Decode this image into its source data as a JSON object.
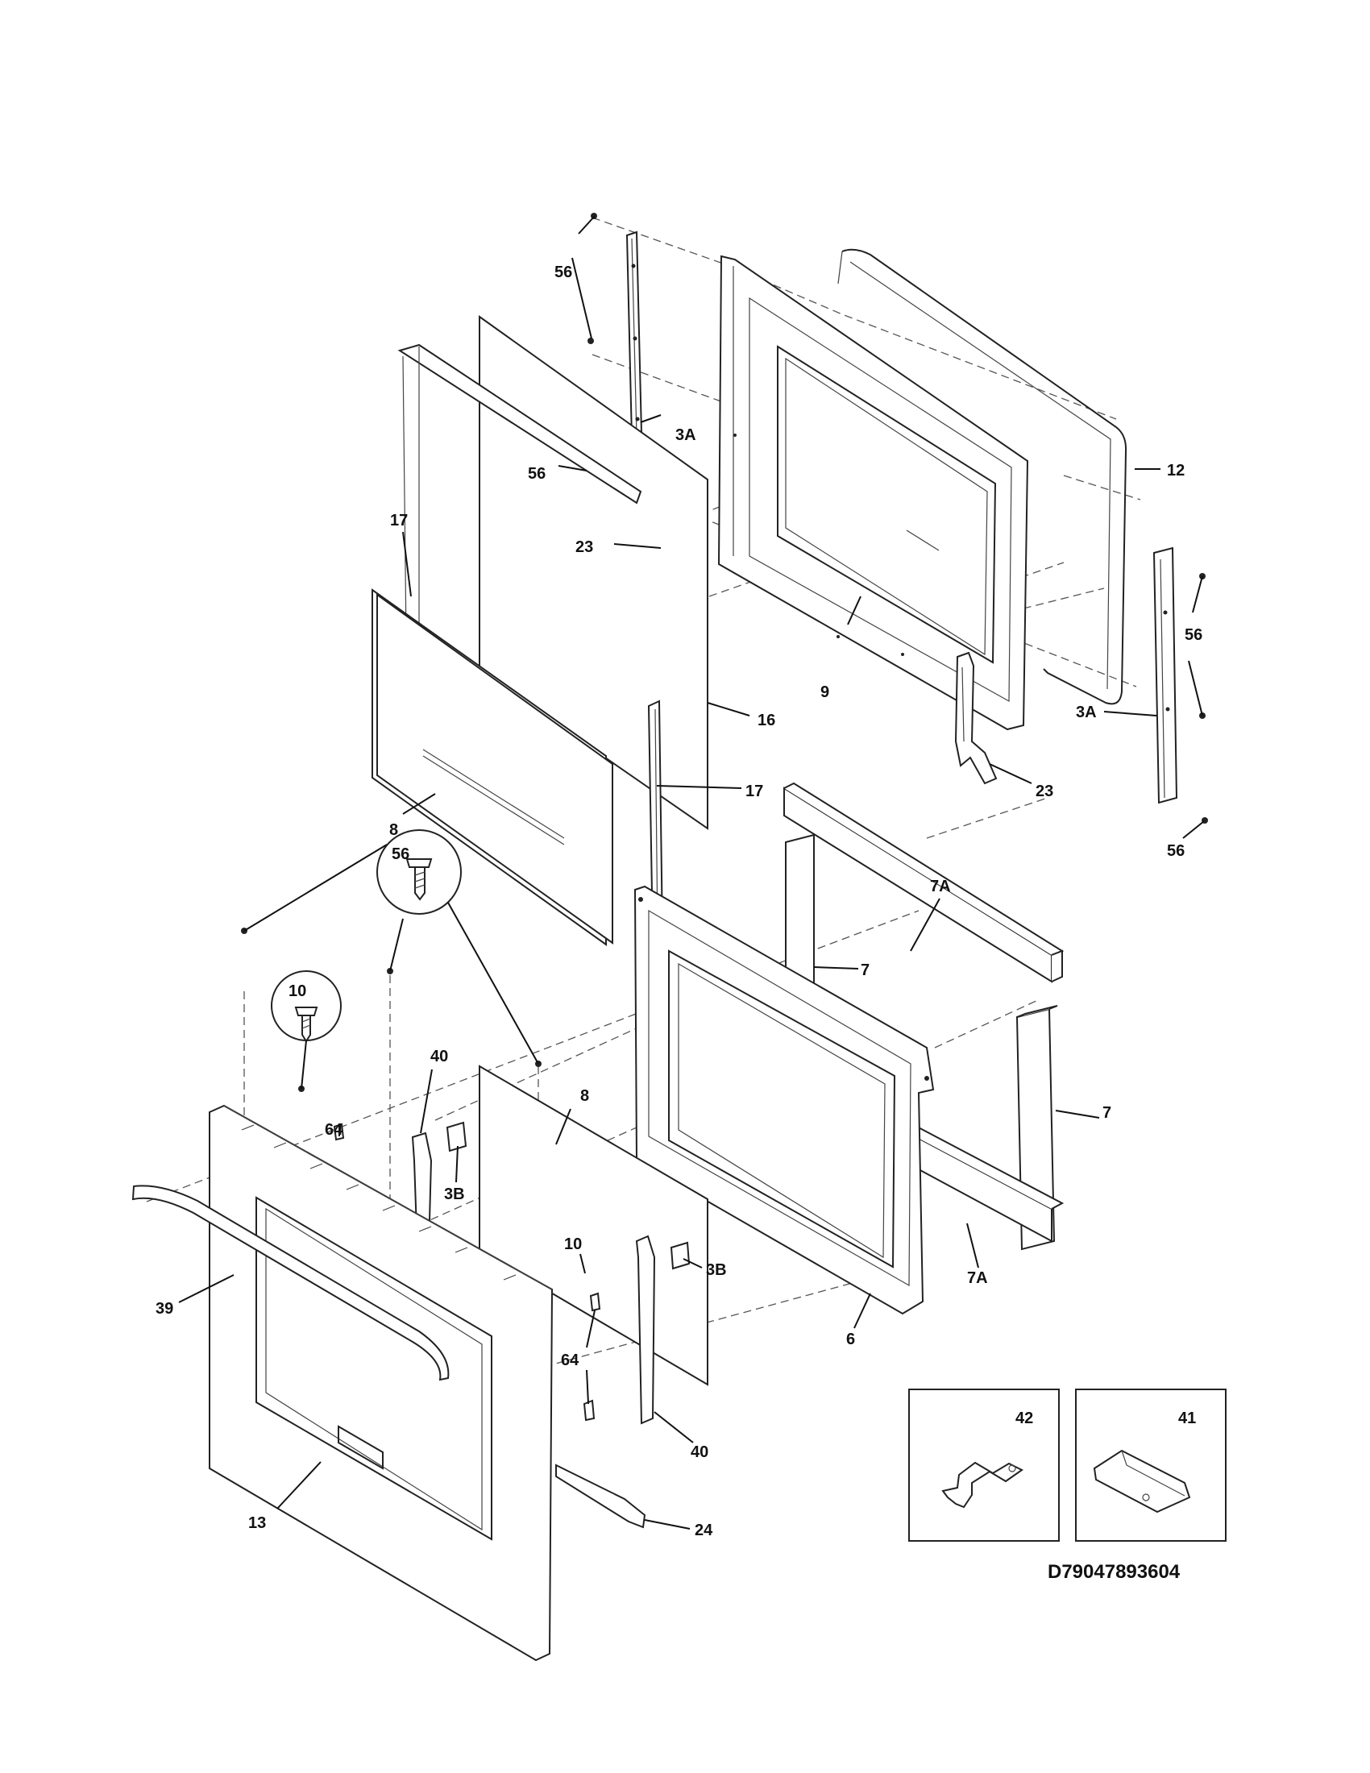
{
  "diagram_code": "D79047893604",
  "callouts": {
    "c56_top": "56",
    "c3a_left": "3A",
    "c56_mid": "56",
    "c12": "12",
    "c23_top": "23",
    "c17_top": "17",
    "c16": "16",
    "c9": "9",
    "c56_right": "56",
    "c3a_right": "3A",
    "c17_mid": "17",
    "c23_bottom": "23",
    "c8_top": "8",
    "c56_right_bottom": "56",
    "c7a_top": "7A",
    "c56_circle": "56",
    "c7_top": "7",
    "c10_circle": "10",
    "c40_top": "40",
    "c8_mid": "8",
    "c7_right": "7",
    "c64_top": "64",
    "c3b_left": "3B",
    "c10_mid": "10",
    "c7a_bottom": "7A",
    "c3b_right": "3B",
    "c39": "39",
    "c6": "6",
    "c64_bottom": "64",
    "c40_bottom": "40",
    "c13": "13",
    "c24": "24"
  },
  "inset_parts": {
    "bracket_42": "42",
    "clip_41": "41"
  }
}
